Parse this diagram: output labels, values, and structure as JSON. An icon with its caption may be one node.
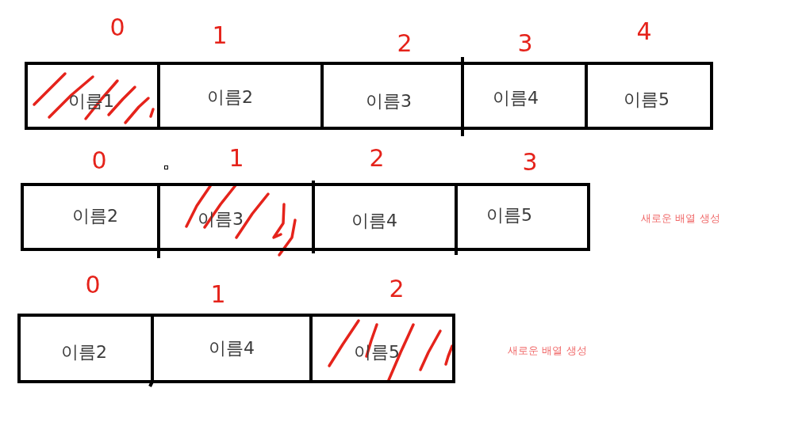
{
  "diagram": {
    "nodes": [
      {
        "text": [
          "이름1"
        ],
        "beside": [
          "0"
        ]
      },
      {
        "text": [
          "이름2"
        ],
        "beside": [
          "1"
        ]
      },
      {
        "text": [
          "이름3"
        ],
        "beside": [
          "2"
        ]
      },
      {
        "text": [
          "이름4"
        ],
        "beside": [
          "3"
        ]
      },
      {
        "text": [
          "이름5"
        ],
        "beside": [
          "4"
        ]
      },
      {
        "text": [
          "이름2"
        ],
        "beside": [
          "0"
        ]
      },
      {
        "text": [
          "이름3"
        ],
        "beside": [
          "1"
        ]
      },
      {
        "text": [
          "이름4"
        ],
        "beside": [
          "2"
        ]
      },
      {
        "text": [
          "이름5"
        ],
        "beside": [
          "3"
        ]
      },
      {
        "text": [
          "이름2"
        ],
        "beside": [
          "0"
        ]
      },
      {
        "text": [
          "이름4"
        ],
        "beside": [
          "1"
        ]
      },
      {
        "text": [
          "이름5"
        ],
        "beside": [
          "2"
        ]
      }
    ],
    "labels": [
      "새로운 배열 생성",
      "새로운 배열 생성"
    ]
  }
}
